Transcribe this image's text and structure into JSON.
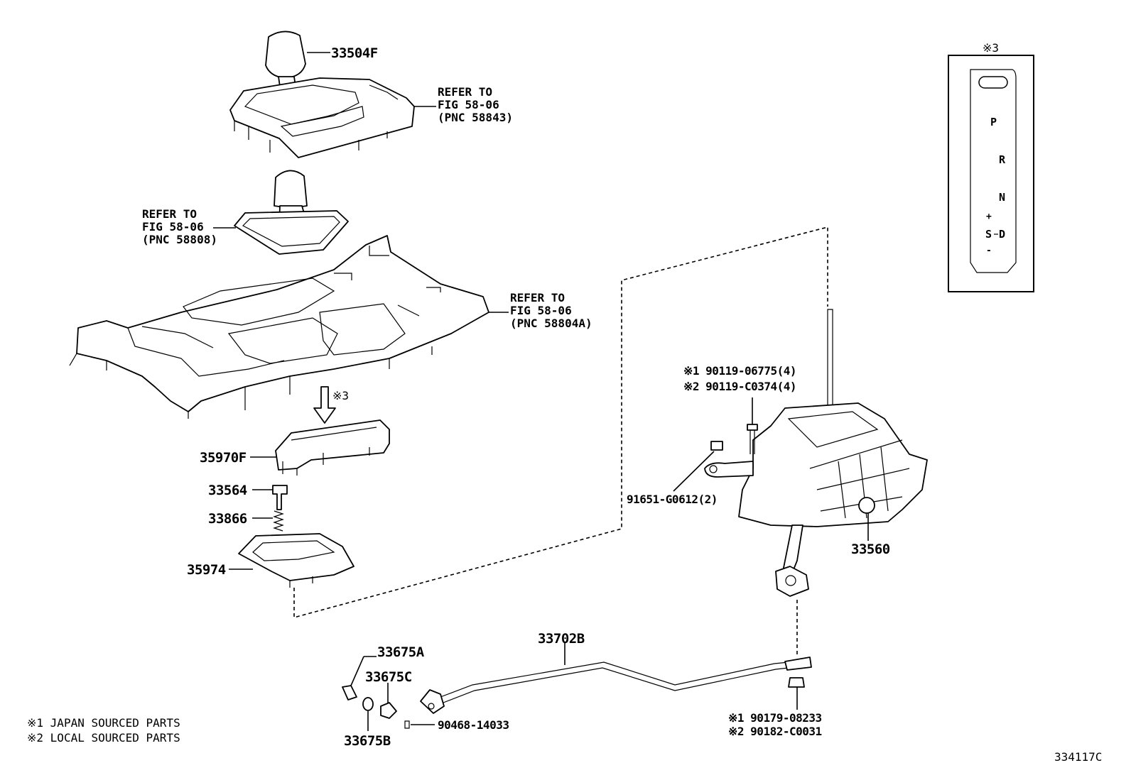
{
  "diagram_id": "334117C",
  "callouts": {
    "knob_upper": "33504F",
    "ref_upper": [
      "REFER TO",
      "FIG 58-06",
      "(PNC 58843)"
    ],
    "ref_boot": [
      "REFER TO",
      "FIG 58-06",
      "(PNC 58808)"
    ],
    "ref_console": [
      "REFER TO",
      "FIG 58-06",
      "(PNC 58804A)"
    ],
    "arrow_ref": "※3",
    "p35970f": "35970F",
    "p33564": "33564",
    "p33866": "33866",
    "p35974": "35974",
    "bolt_1": "※1 90119-06775(4)",
    "bolt_2": "※2 90119-C0374(4)",
    "p91651": "91651-G0612(2)",
    "p33560": "33560",
    "p33702b": "33702B",
    "p33675a": "33675A",
    "p33675c": "33675C",
    "p33675b": "33675B",
    "p90468": "90468-14033",
    "nut_1": "※1 90179-08233",
    "nut_2": "※2 90182-C0031"
  },
  "inset": {
    "title": "※3",
    "positions": [
      "P",
      "R",
      "N",
      "+",
      "S",
      "-",
      "D"
    ]
  },
  "legend": {
    "line1": "※1 JAPAN SOURCED PARTS",
    "line2": "※2 LOCAL SOURCED PARTS"
  }
}
